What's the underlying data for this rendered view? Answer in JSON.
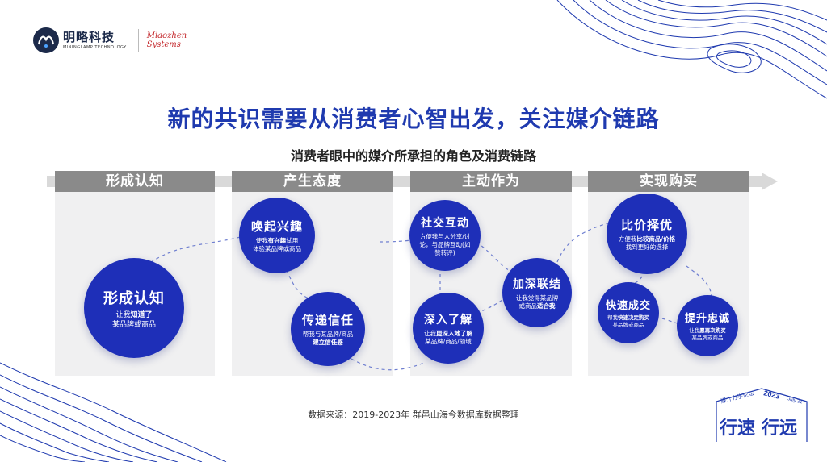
{
  "logo": {
    "brand_cn": "明略科技",
    "brand_en": "MININGLAMP TECHNOLOGY",
    "partner_line1": "Miaozhen",
    "partner_line2": "Systems"
  },
  "title": "新的共识需要从消费者心智出发，关注媒介链路",
  "subtitle": "消费者眼中的媒介所承担的角色及消费链路",
  "stages": [
    {
      "label": "形成认知"
    },
    {
      "label": "产生态度"
    },
    {
      "label": "主动作为"
    },
    {
      "label": "实现购买"
    }
  ],
  "nodes": {
    "awareness": {
      "title": "形成认知",
      "desc_line1": "让我",
      "desc_bold1": "知道了",
      "desc_line2": "某品牌或商品"
    },
    "interest": {
      "title": "唤起兴趣",
      "desc_line1_pre": "使我",
      "desc_bold1": "有兴趣",
      "desc_line1_post": "试用",
      "desc_line2": "体验某品牌或商品"
    },
    "trust": {
      "title": "传递信任",
      "desc_line1": "帮我与某品牌/商品",
      "desc_bold2": "建立信任感"
    },
    "social": {
      "title": "社交互动",
      "desc_line1": "方便我与人分享/讨",
      "desc_line2": "论，与品牌互动(如",
      "desc_line3": "赞转评)"
    },
    "deepen": {
      "title": "深入了解",
      "desc_line1_pre": "让我",
      "desc_bold1": "更深入地了解",
      "desc_line2": "某品牌/商品/领域"
    },
    "bond": {
      "title": "加深联结",
      "desc_line1": "让我觉得某品牌",
      "desc_line2_pre": "或商品",
      "desc_bold2": "适合我"
    },
    "compare": {
      "title": "比价择优",
      "desc_line1_pre": "方便我",
      "desc_bold1": "比较商品/价格",
      "desc_line2": "找到更好的选择"
    },
    "deal": {
      "title": "快速成交",
      "desc_line1_pre": "帮我",
      "desc_bold1": "快速决定购买",
      "desc_line2": "某品牌或商品"
    },
    "loyalty": {
      "title": "提升忠诚",
      "desc_line1_pre": "让我",
      "desc_bold1": "愿再次购买",
      "desc_line2": "某品牌或商品"
    }
  },
  "source": "数据来源：2019-2023年 群邑山海今数据库数据整理",
  "badge": {
    "line1": "媒介力学论坛",
    "year": "2023",
    "sub": "July.21",
    "slogan_a": "行速",
    "slogan_b": "行远"
  },
  "colors": {
    "primary": "#1e2fb8",
    "title": "#1f3aaf",
    "panel": "#f0f0f1",
    "tab": "#8a8a8a",
    "brand_red": "#c3272b"
  }
}
